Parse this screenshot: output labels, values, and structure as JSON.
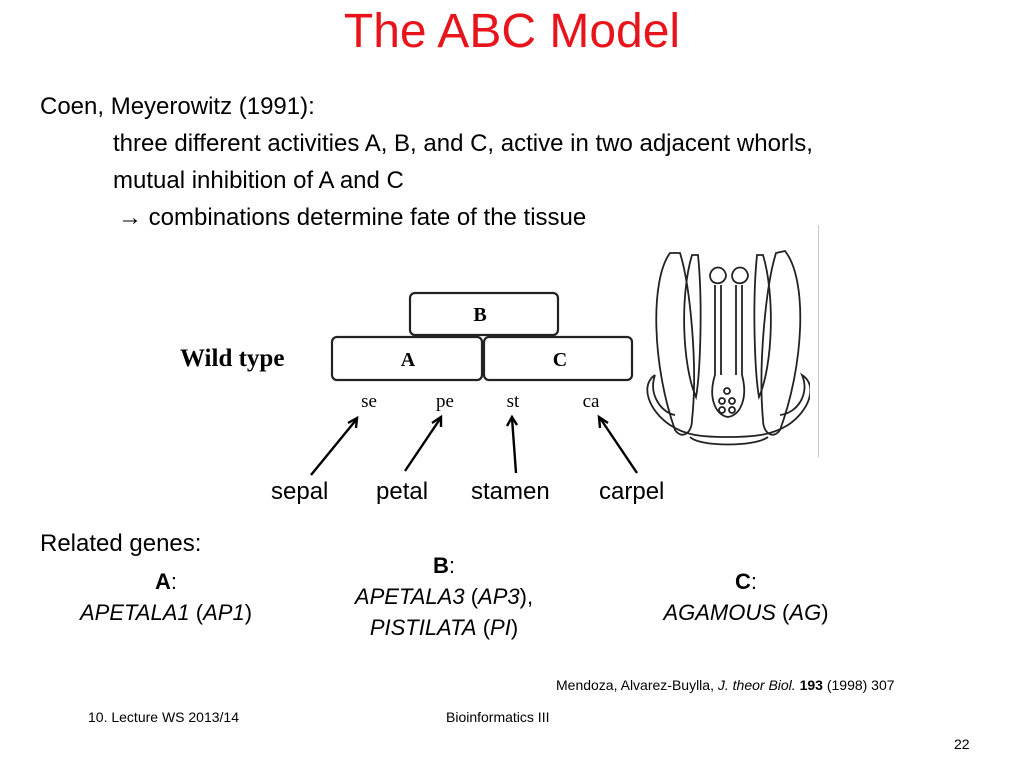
{
  "slide": {
    "title": "The ABC Model",
    "intro": "Coen, Meyerowitz (1991):",
    "activities_line1": "three different activities A, B, and C, active in two adjacent whorls,",
    "activities_line2": "mutual inhibition of A and C",
    "arrow_line": "→ combinations determine fate of the tissue",
    "related_label": "Related genes:",
    "page_number": "22"
  },
  "figure": {
    "wild_type_label": "Wild type",
    "boxes": {
      "a": "A",
      "b": "B",
      "c": "C"
    },
    "whorl_abbrevs": [
      "se",
      "pe",
      "st",
      "ca"
    ]
  },
  "organs": [
    "sepal",
    "petal",
    "stamen",
    "carpel"
  ],
  "genes": {
    "a": {
      "letter": "A",
      "colon": ":",
      "name": "APETALA1",
      "abbr": "AP1"
    },
    "b": {
      "letter": "B",
      "colon": ":",
      "name1": "APETALA3",
      "abbr1": "AP3",
      "sep": "),",
      "name2": "PISTILATA",
      "abbr2": "PI"
    },
    "c": {
      "letter": "C",
      "colon": ":",
      "name": "AGAMOUS",
      "abbr": "AG"
    }
  },
  "reference": {
    "authors": "Mendoza,  Alvarez-Buylla,",
    "journal": "J. theor Biol.",
    "volume": "193",
    "rest": "(1998) 307"
  },
  "footer": {
    "left": "10. Lecture WS 2013/14",
    "center": "Bioinformatics III"
  }
}
